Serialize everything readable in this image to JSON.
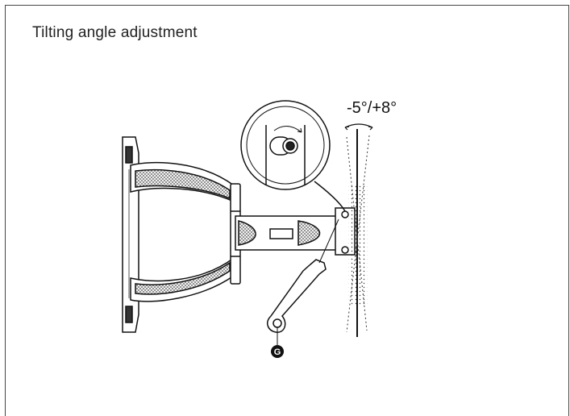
{
  "title": "Tilting angle adjustment",
  "tilt_range": "-5°/+8°",
  "marker": "G",
  "icons": [
    "wall-plate-icon",
    "arm-icon",
    "wrench-icon",
    "magnifier-icon",
    "tv-plate-icon"
  ]
}
